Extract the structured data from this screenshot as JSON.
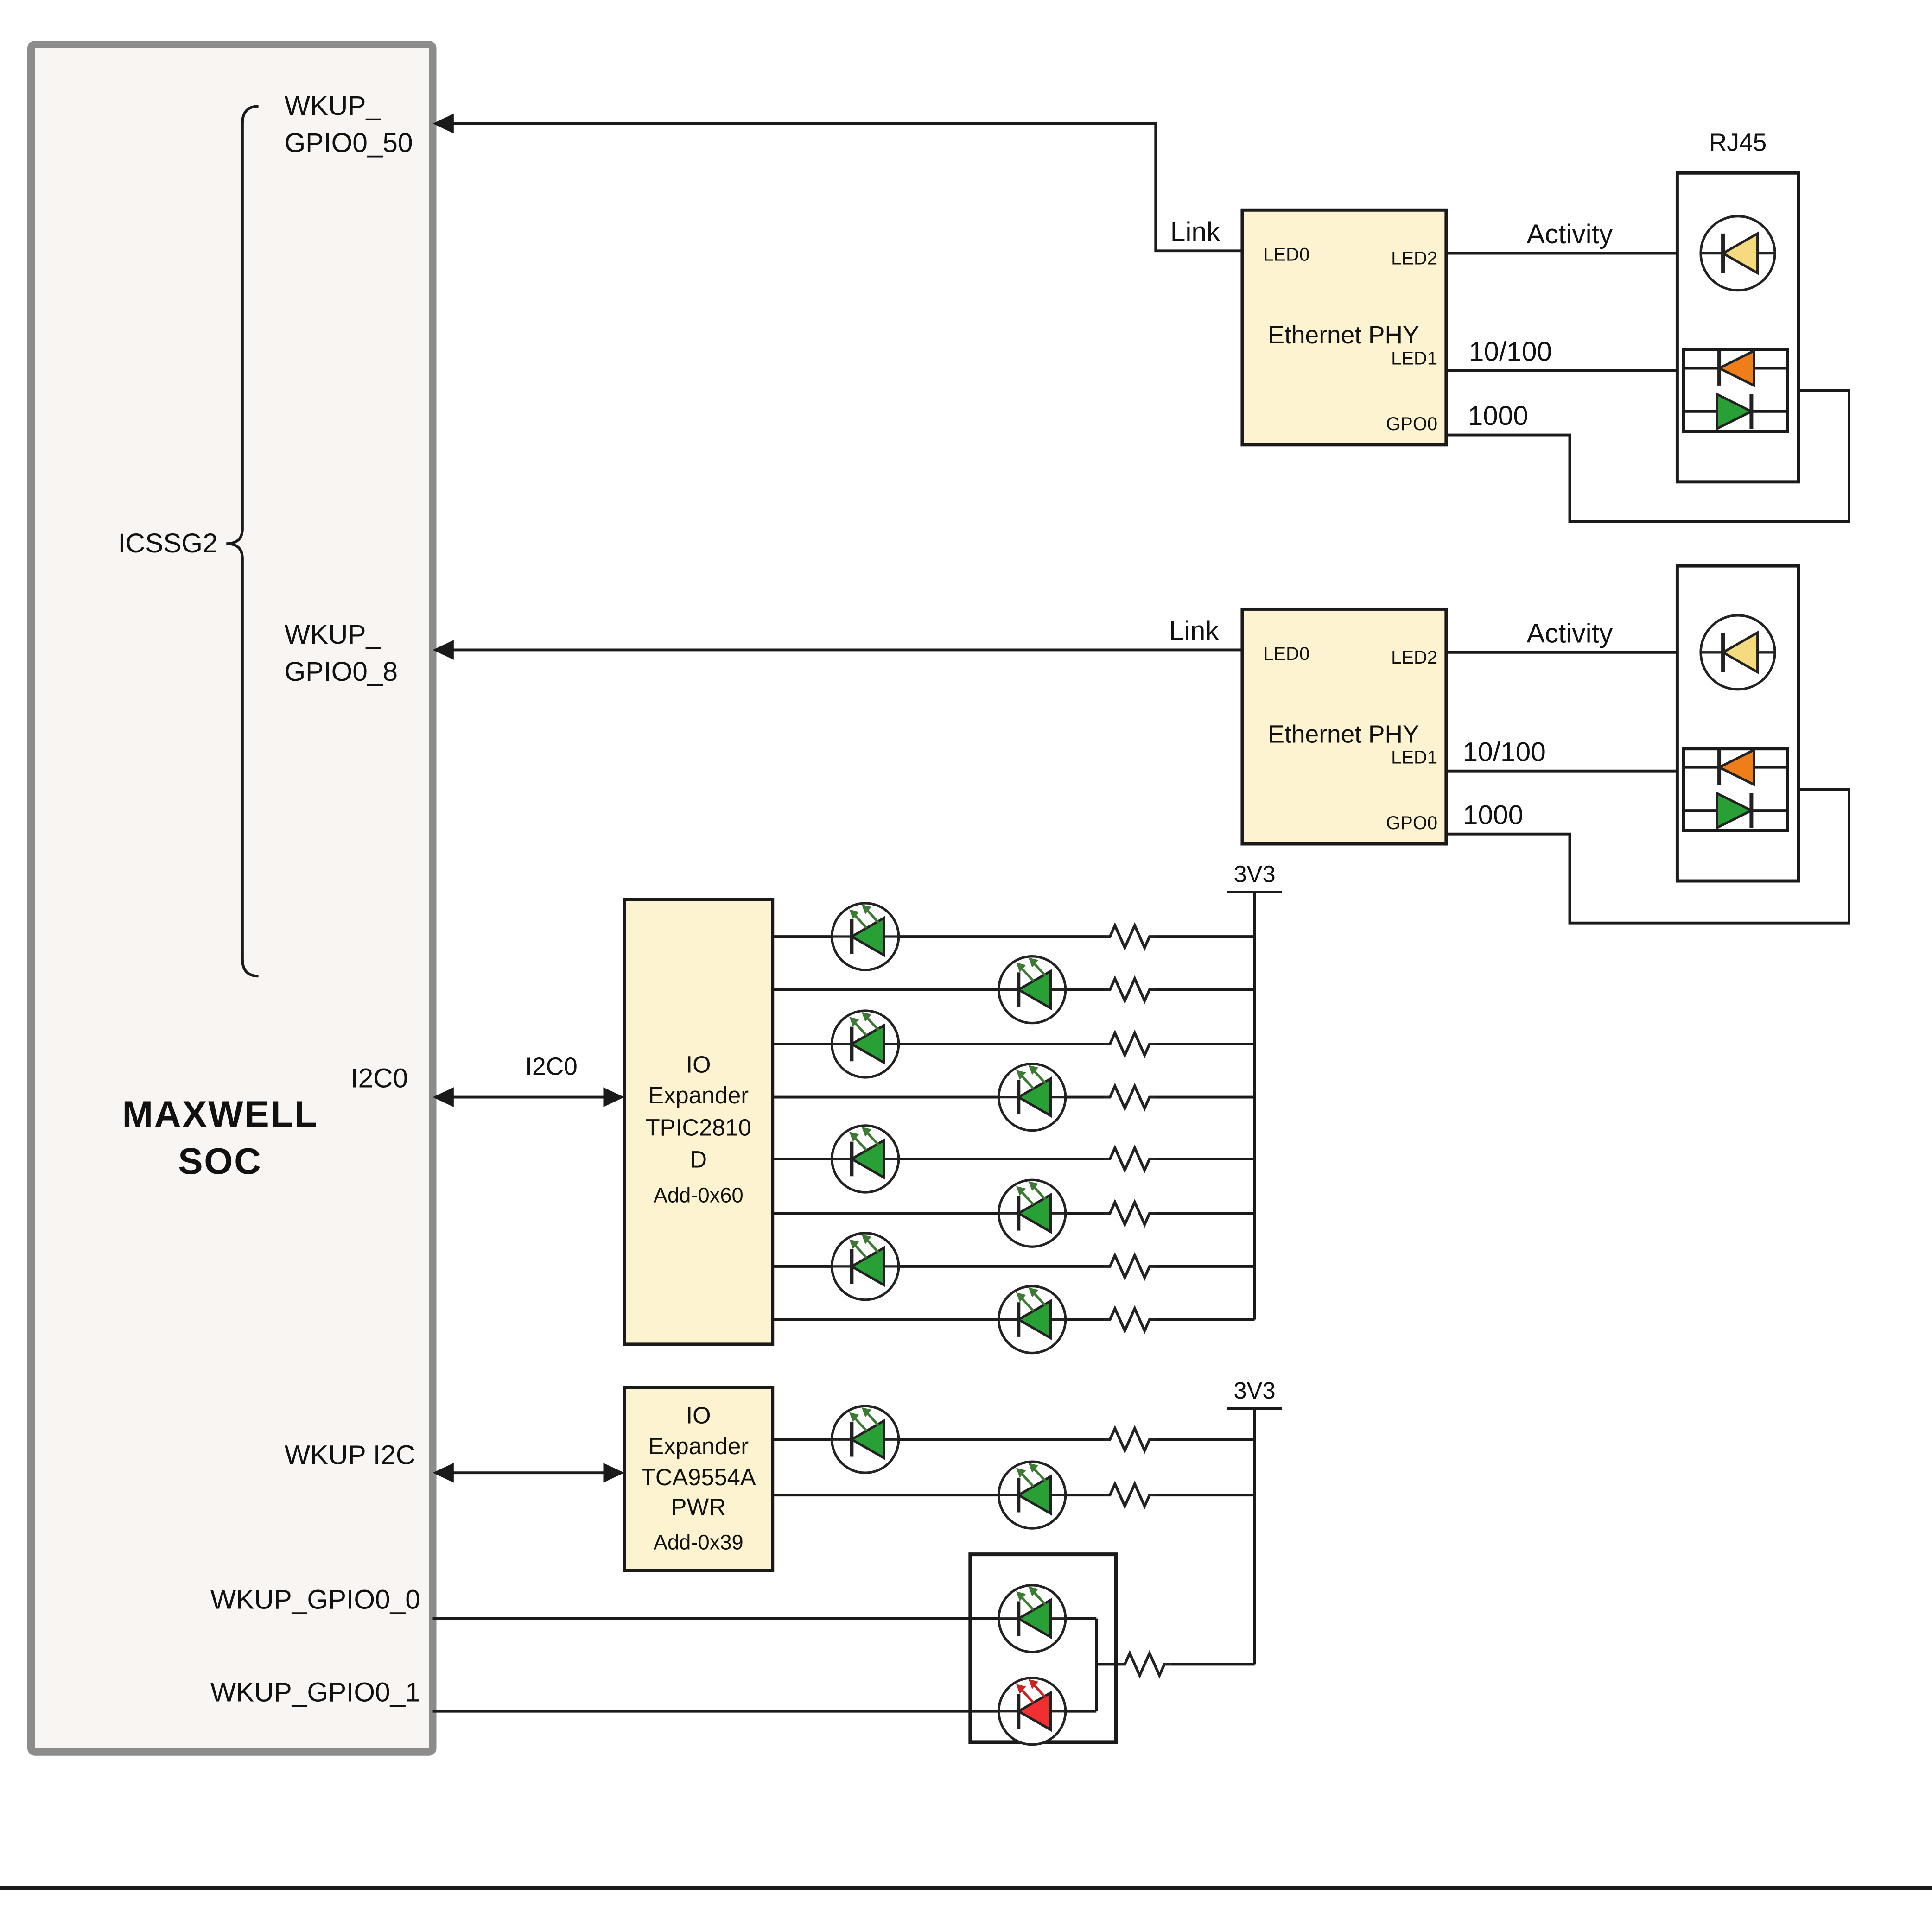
{
  "soc": {
    "name_line1": "MAXWELL",
    "name_line2": "SOC",
    "group_label": "ICSSG2",
    "pin_wkup_gpio0_50_line1": "WKUP_",
    "pin_wkup_gpio0_50_line2": "GPIO0_50",
    "pin_wkup_gpio0_8_line1": "WKUP_",
    "pin_wkup_gpio0_8_line2": "GPIO0_8",
    "pin_i2c0": "I2C0",
    "pin_wkup_i2c": "WKUP I2C",
    "pin_wkup_gpio0_0": "WKUP_GPIO0_0",
    "pin_wkup_gpio0_1": "WKUP_GPIO0_1"
  },
  "ethernet_phy": {
    "title": "Ethernet PHY",
    "pin_led0": "LED0",
    "pin_led1": "LED1",
    "pin_led2": "LED2",
    "pin_gpo0": "GPO0"
  },
  "rj45": {
    "label": "RJ45"
  },
  "nets": {
    "link": "Link",
    "activity": "Activity",
    "speed_10_100": "10/100",
    "speed_1000": "1000",
    "i2c0": "I2C0",
    "rail_3v3": "3V3"
  },
  "io_expander_tpic2810": {
    "line1": "IO",
    "line2": "Expander",
    "line3": "TPIC2810",
    "line4": "D",
    "address": "Add-0x60"
  },
  "io_expander_tca9554a": {
    "line1": "IO",
    "line2": "Expander",
    "line3": "TCA9554A",
    "line4": "PWR",
    "address": "Add-0x39"
  },
  "colors": {
    "led_green": "#28a035",
    "led_yellow": "#f6db7e",
    "led_orange": "#ef7d1a",
    "led_red": "#f03030",
    "block_fill": "#fdf3d0",
    "soc_fill": "#f9f5f3",
    "soc_border": "#8c8c8c",
    "wire": "#1a1a1a"
  }
}
